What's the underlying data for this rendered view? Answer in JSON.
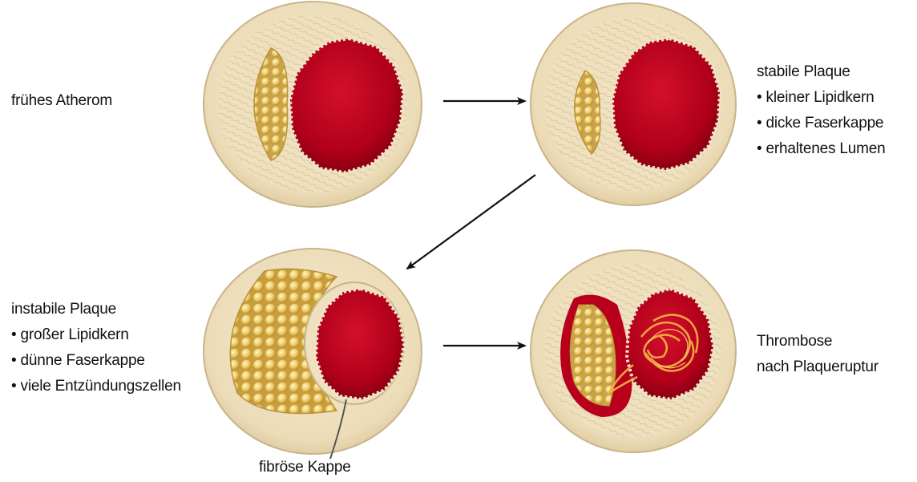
{
  "stage1": {
    "title": "frühes Atherom"
  },
  "stage2": {
    "title": "stabile Plaque",
    "points": [
      "• kleiner Lipidkern",
      "• dicke Faserkappe",
      "• erhaltenes Lumen"
    ]
  },
  "stage3": {
    "title": "instabile Plaque",
    "points": [
      "• großer Lipidkern",
      "• dünne Faserkappe",
      "• viele Entzündungszellen"
    ]
  },
  "stage4": {
    "lines": [
      "Thrombose",
      "nach Plaqueruptur"
    ]
  },
  "callout": {
    "label": "fibröse Kappe"
  },
  "colors": {
    "vessel_wall": "#efe0bf",
    "wall_outline": "#c9b48a",
    "lumen": "#b8001c",
    "lumen_dark": "#7a0010",
    "lipid": "#e6c25a",
    "lipid_light": "#fff2b0",
    "thrombus": "#e8a030"
  }
}
